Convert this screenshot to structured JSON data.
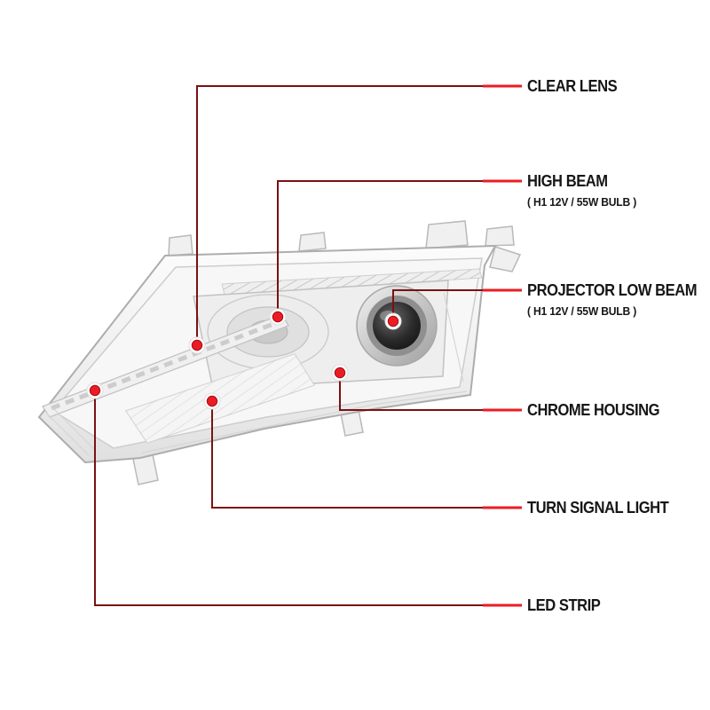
{
  "colors": {
    "background": "#ffffff",
    "accent_red": "#ec1c24",
    "connector_red": "#7a1113",
    "label_text": "#161616"
  },
  "callouts": [
    {
      "label": "CLEAR LENS",
      "sub": ""
    },
    {
      "label": "HIGH BEAM",
      "sub": "( H1 12V / 55W BULB )"
    },
    {
      "label": "PROJECTOR LOW BEAM",
      "sub": "( H1 12V / 55W BULB )"
    },
    {
      "label": "CHROME HOUSING",
      "sub": ""
    },
    {
      "label": "TURN SIGNAL LIGHT",
      "sub": ""
    },
    {
      "label": "LED STRIP",
      "sub": ""
    }
  ]
}
